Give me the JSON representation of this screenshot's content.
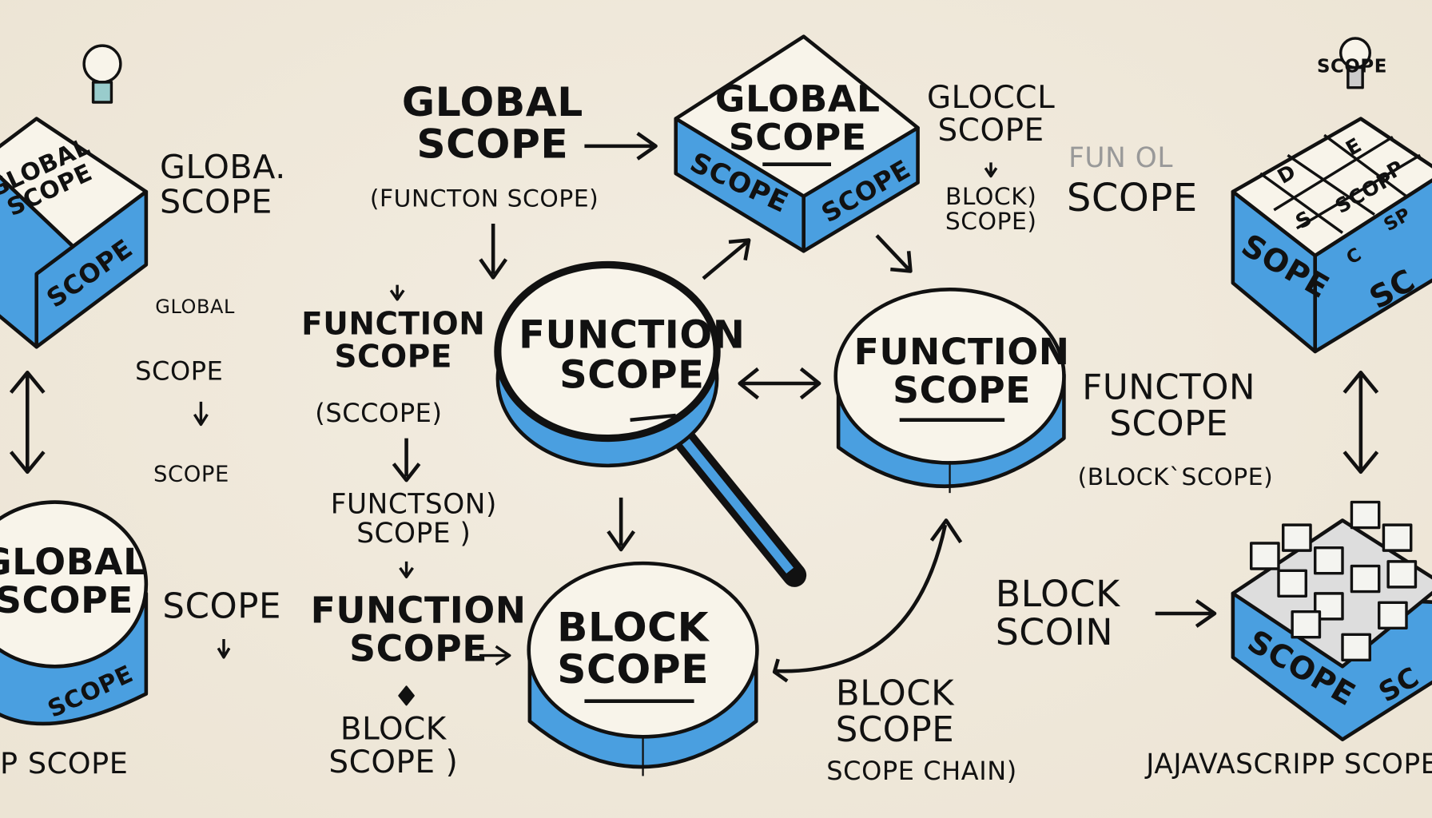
{
  "colors": {
    "background": "#efe8da",
    "accent": "#4a9fe0",
    "ink": "#111111"
  },
  "top_right_label": "SCOPE",
  "left_cube": {
    "top": "GLOBAL\nSCOPE",
    "side": "SCOPE"
  },
  "left_column": {
    "label1": "GLOBA.\nSCOPE",
    "label2": "GLOBAL",
    "label3": "SCOPE",
    "label4": "SCOPE",
    "label5": "SCOPE"
  },
  "left_cylinder": {
    "top": "GLOBAL\nSCOPE",
    "side": "SCOPE"
  },
  "bottom_left_label": "P SCOPE",
  "center_left": {
    "global": "GLOBAL\nSCOPE",
    "function_paren": "(FUNCTON SCOPE)",
    "function1": "FUNCTION\nSCOPE",
    "sccope": "(SCCOPE)",
    "function2": "FUNCTSON)\nSCOPE )",
    "function3": "FUNCTION\nSCOPE",
    "block": "BLOCK\nSCOPE )"
  },
  "top_cube": {
    "top": "GLOBAL\nSCOPE",
    "side_left": "SCOPE",
    "side_right": "SCOPE"
  },
  "top_right_texts": {
    "gloccl": "GLOCCL\nSCOPE",
    "block": "BLOCK)\nSCOPE)",
    "fun": "FUN OL",
    "scope": "SCOPE"
  },
  "magnifier": {
    "label": "FUNCTION\nSCOPE"
  },
  "function_cylinder": {
    "label": "FUNCTION\nSCOPE"
  },
  "right_texts": {
    "functon": "FUNCTON\nSCOPE",
    "block_scope": "(BLOCK`SCOPE)"
  },
  "block_cylinder": {
    "label": "BLOCK\nSCOPE"
  },
  "bottom_center": {
    "block": "BLOCK\nSCOPE",
    "chain": "SCOPE CHAIN)"
  },
  "block_scoin": "BLOCK\nSCOIN",
  "right_cube": {
    "tiles": [
      "D",
      "E",
      "P",
      "S",
      "SCOP",
      "C",
      "SP"
    ],
    "side_left": "SOPE",
    "side_right": "SC"
  },
  "right_blocks": {
    "side_left": "SCOPE",
    "side_right": "SC"
  },
  "bottom_right_label": "JAJAVASCRIPP SCOPE"
}
